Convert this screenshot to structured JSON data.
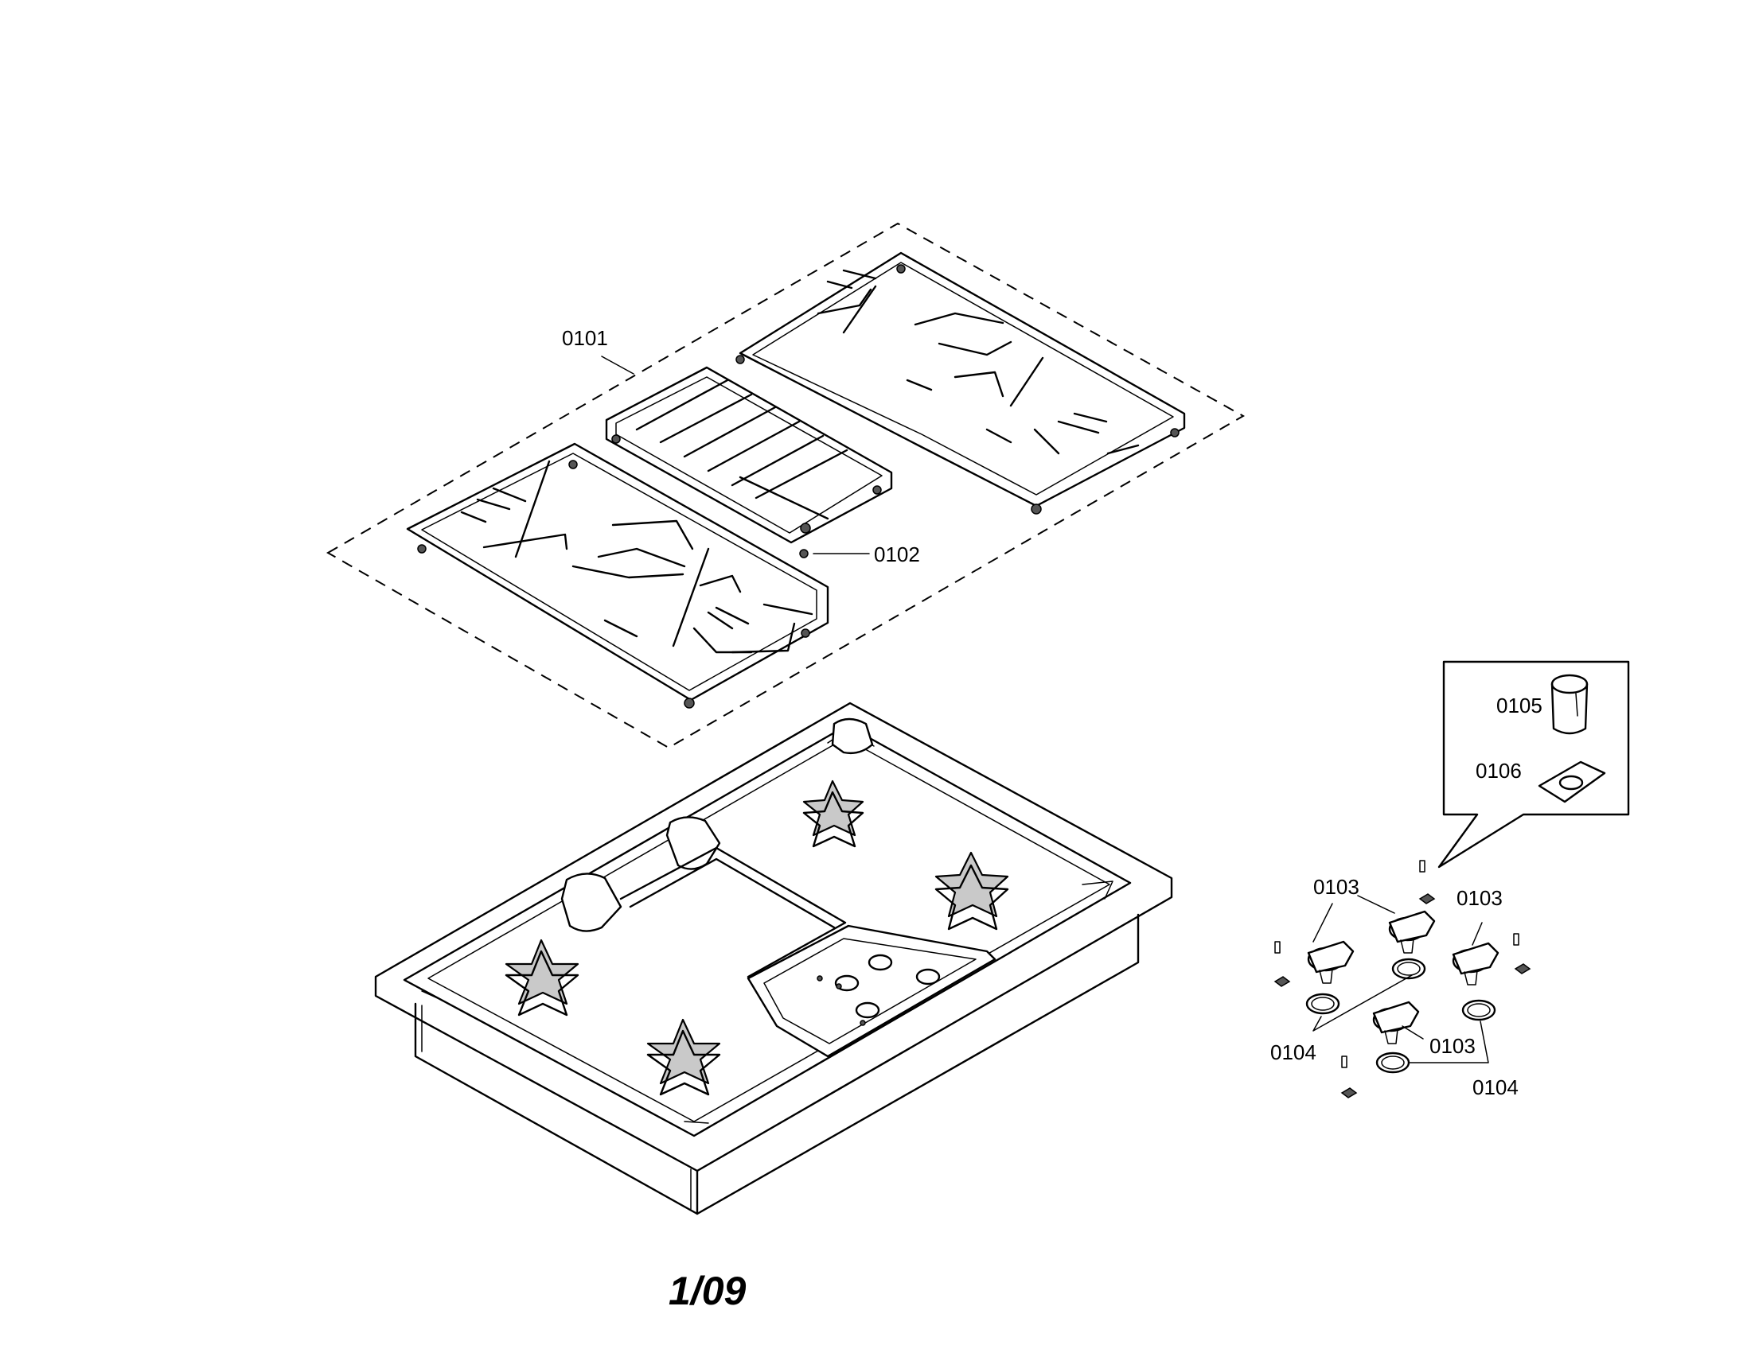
{
  "diagram": {
    "page_label": "1/09",
    "callouts": {
      "grates_set": "0101",
      "grate_foot": "0102",
      "knob": "0103",
      "bezel_ring": "0104",
      "knob_insert": "0105",
      "clip": "0106"
    }
  }
}
